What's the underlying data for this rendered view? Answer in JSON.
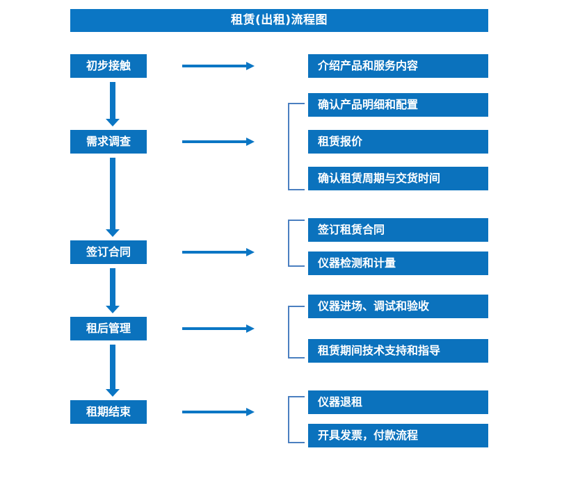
{
  "diagram": {
    "title": "租赁(出租)流程图",
    "accent_color": "#0b76c4",
    "box_color": "#0b72bd",
    "bracket_color": "#4a7fc0",
    "text_color": "#ffffff",
    "stages": [
      {
        "label": "初步接触"
      },
      {
        "label": "需求调查"
      },
      {
        "label": "签订合同"
      },
      {
        "label": "租后管理"
      },
      {
        "label": "租期结束"
      }
    ],
    "details": [
      {
        "label": "介绍产品和服务内容"
      },
      {
        "label": "确认产品明细和配置"
      },
      {
        "label": "租赁报价"
      },
      {
        "label": "确认租赁周期与交货时间"
      },
      {
        "label": "签订租赁合同"
      },
      {
        "label": "仪器检测和计量"
      },
      {
        "label": "仪器进场、调试和验收"
      },
      {
        "label": "租赁期间技术支持和指导"
      },
      {
        "label": "仪器退租"
      },
      {
        "label": "开具发票，付款流程"
      }
    ],
    "groups": [
      {
        "stage": "初步接触",
        "details": [
          "介绍产品和服务内容"
        ]
      },
      {
        "stage": "需求调查",
        "details": [
          "确认产品明细和配置",
          "租赁报价",
          "确认租赁周期与交货时间"
        ]
      },
      {
        "stage": "签订合同",
        "details": [
          "签订租赁合同",
          "仪器检测和计量"
        ]
      },
      {
        "stage": "租后管理",
        "details": [
          "仪器进场、调试和验收",
          "租赁期间技术支持和指导"
        ]
      },
      {
        "stage": "租期结束",
        "details": [
          "仪器退租",
          "开具发票，付款流程"
        ]
      }
    ],
    "flow_sequence": [
      "初步接触",
      "需求调查",
      "签订合同",
      "租后管理",
      "租期结束"
    ]
  }
}
